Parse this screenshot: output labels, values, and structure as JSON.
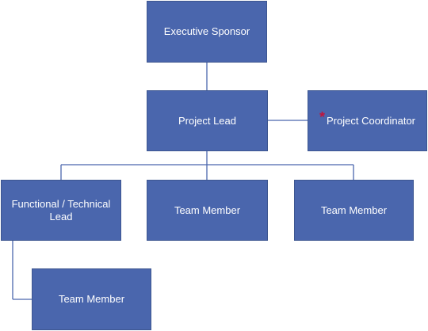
{
  "colors": {
    "box_fill": "#4a66ad",
    "box_border": "#3d5690",
    "connector": "#4a66ad",
    "marker": "#c0143c"
  },
  "nodes": {
    "executive_sponsor": "Executive Sponsor",
    "project_lead": "Project Lead",
    "project_coordinator": "Project Coordinator",
    "project_coordinator_marker": "*",
    "functional_technical_lead": "Functional / Technical Lead",
    "team_member_1": "Team Member",
    "team_member_2": "Team Member",
    "team_member_3": "Team Member"
  }
}
